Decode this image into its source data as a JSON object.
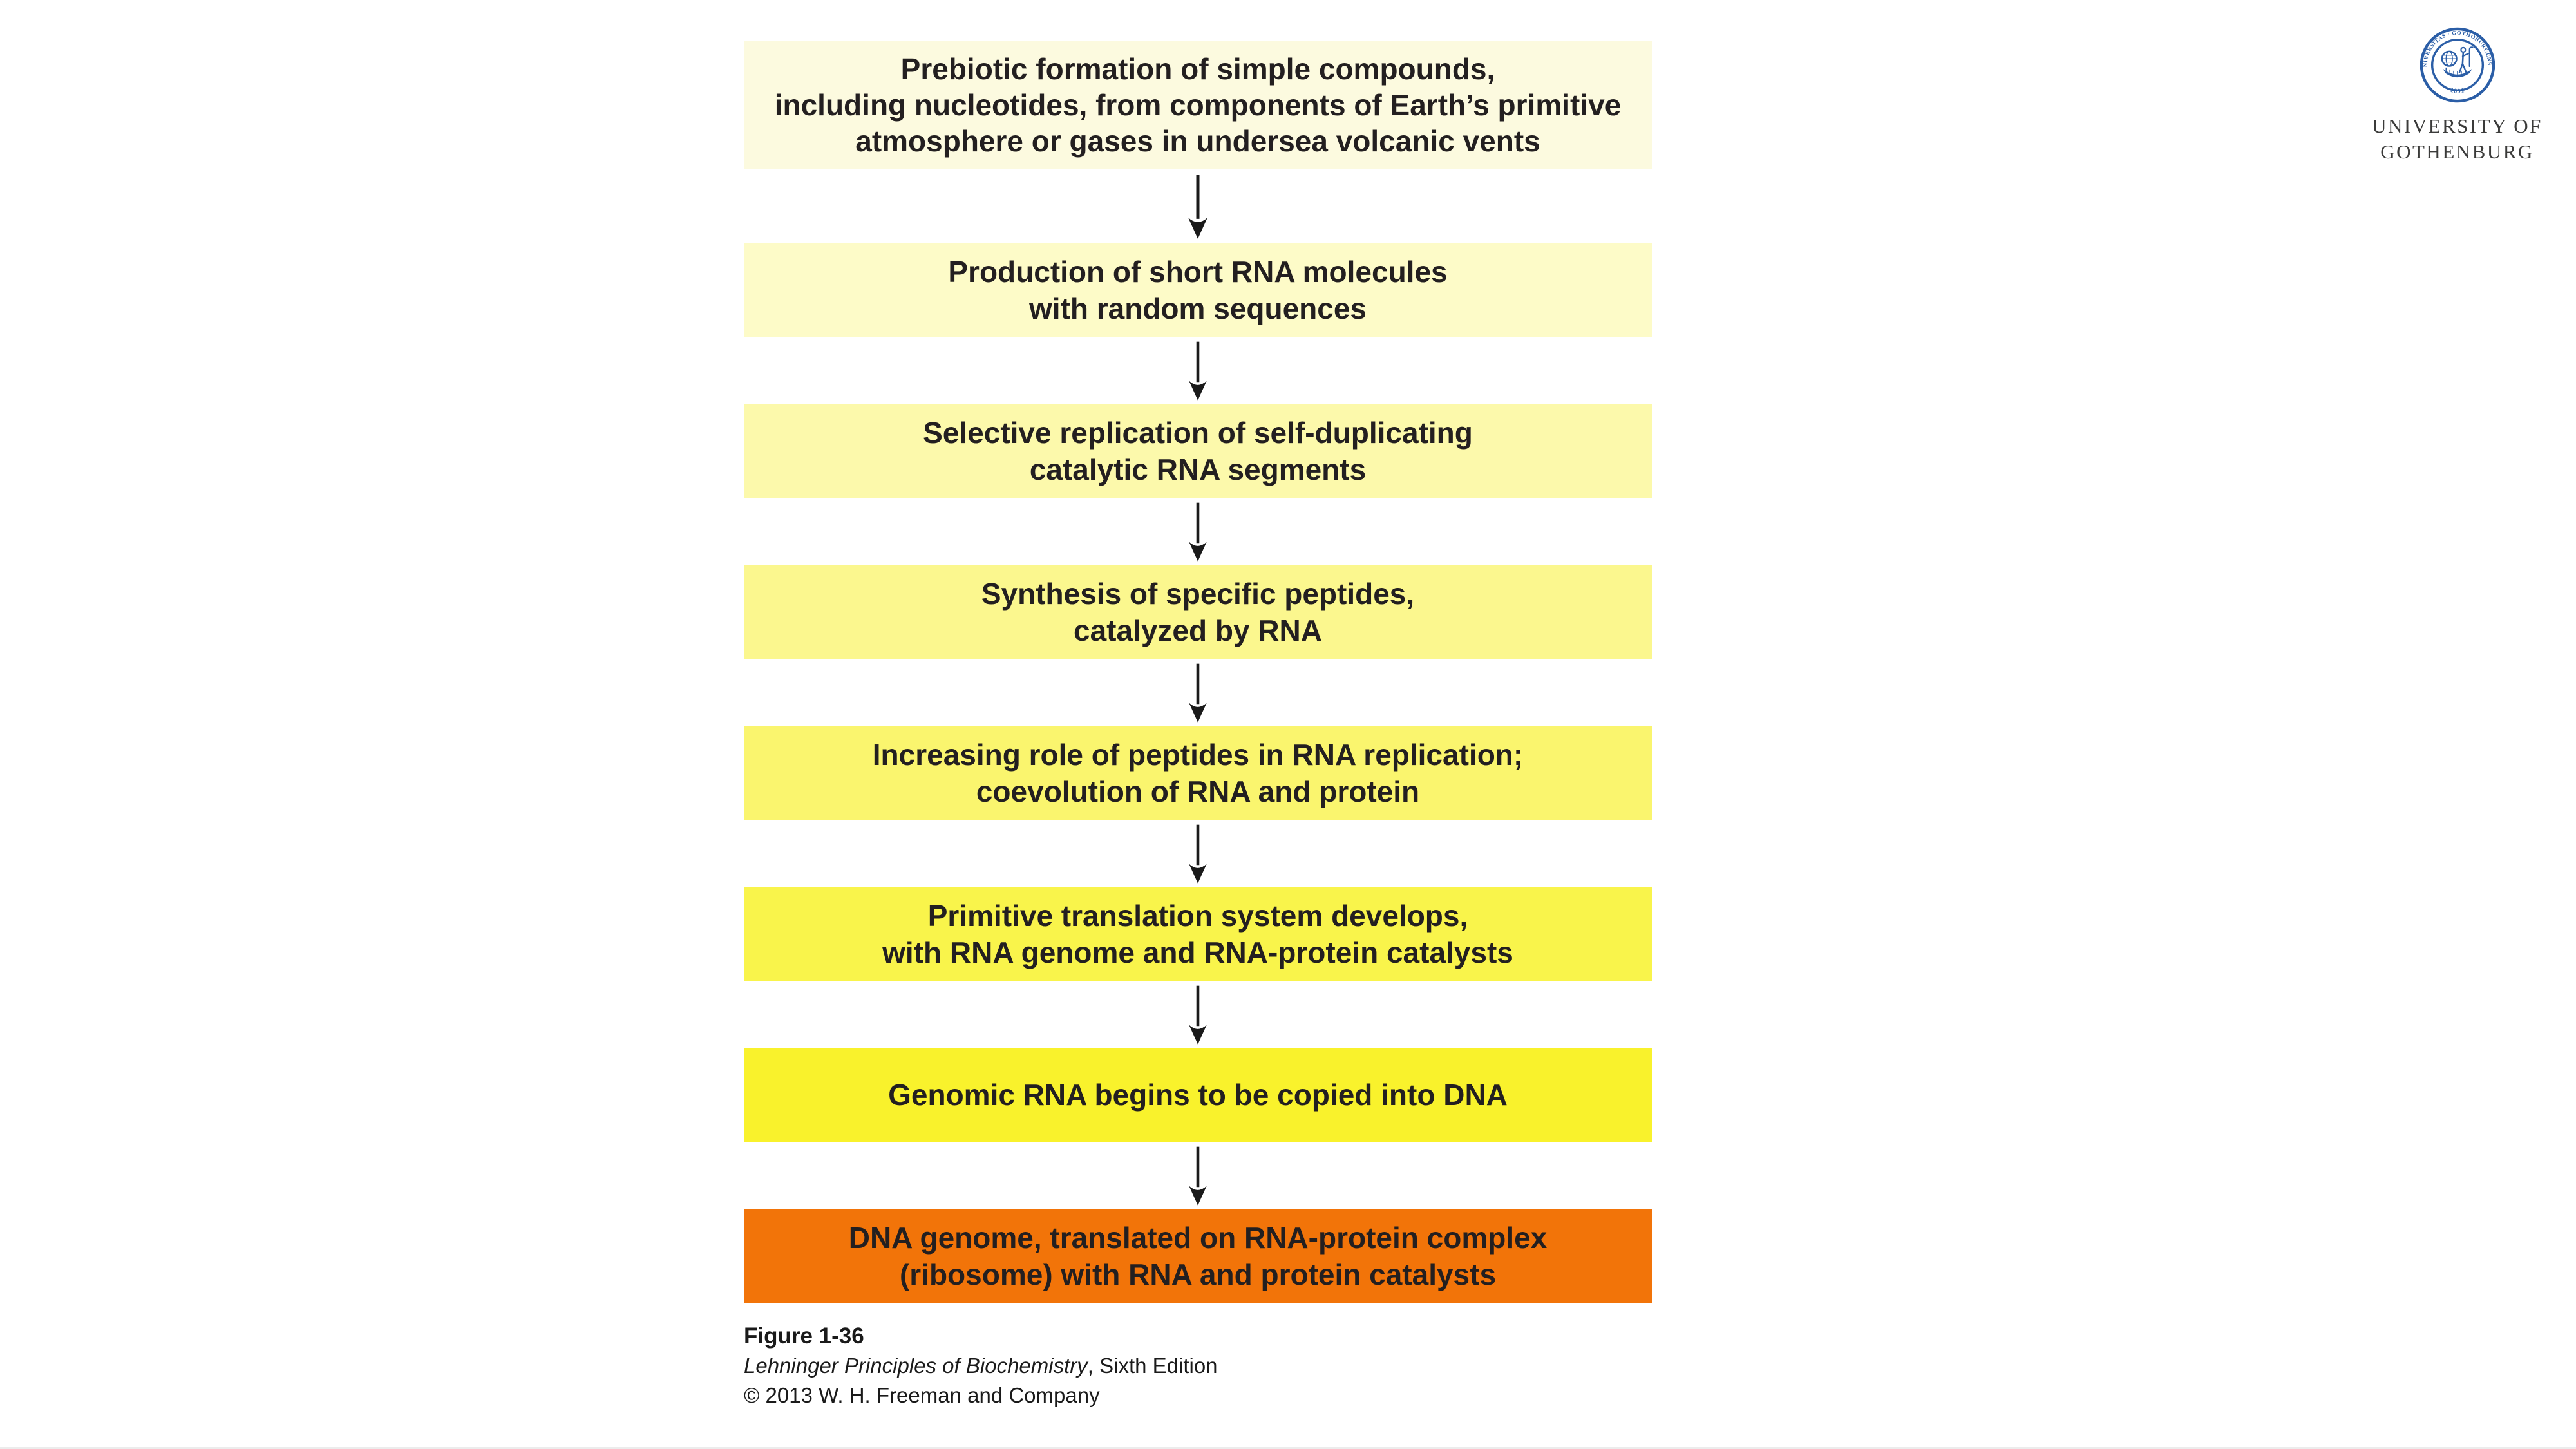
{
  "flow": {
    "steps": [
      {
        "text": "Prebiotic formation of simple compounds,\nincluding nucleotides, from components of Earth’s primitive\natmosphere or gases in undersea volcanic vents",
        "color": "#FCFADF"
      },
      {
        "text": "Production of short RNA molecules\nwith random sequences",
        "color": "#FDFBC8"
      },
      {
        "text": "Selective replication of self-duplicating\ncatalytic RNA segments",
        "color": "#FCF9AB"
      },
      {
        "text": "Synthesis of specific peptides,\ncatalyzed by RNA",
        "color": "#FBF78E"
      },
      {
        "text": "Increasing role of peptides in RNA replication;\ncoevolution of RNA and protein",
        "color": "#FAF56E"
      },
      {
        "text": "Primitive translation system develops,\nwith RNA genome and RNA-protein catalysts",
        "color": "#F9F44B"
      },
      {
        "text": "Genomic RNA begins to be copied into DNA",
        "color": "#F9F22C"
      },
      {
        "text": "DNA genome, translated on RNA-protein complex\n(ribosome) with RNA and protein catalysts",
        "color": "#F27409"
      }
    ],
    "arrow_color": "#1a1a1a",
    "text_color": "#231f20"
  },
  "caption": {
    "figure_label": "Figure 1-36",
    "book_title": "Lehninger Principles of Biochemistry",
    "edition": ", Sixth Edition",
    "copyright": "© 2013 W. H. Freeman and Company"
  },
  "logo": {
    "university_name": "UNIVERSITY OF\nGOTHENBURG",
    "seal_text_top": "UNIVERSITAS · GOTHOBURGENSIS",
    "seal_text_bottom": "· 1891 ·",
    "seal_color": "#2B5EA7",
    "name_color": "#3B3B3A"
  },
  "page": {
    "background": "#FFFFFF"
  }
}
